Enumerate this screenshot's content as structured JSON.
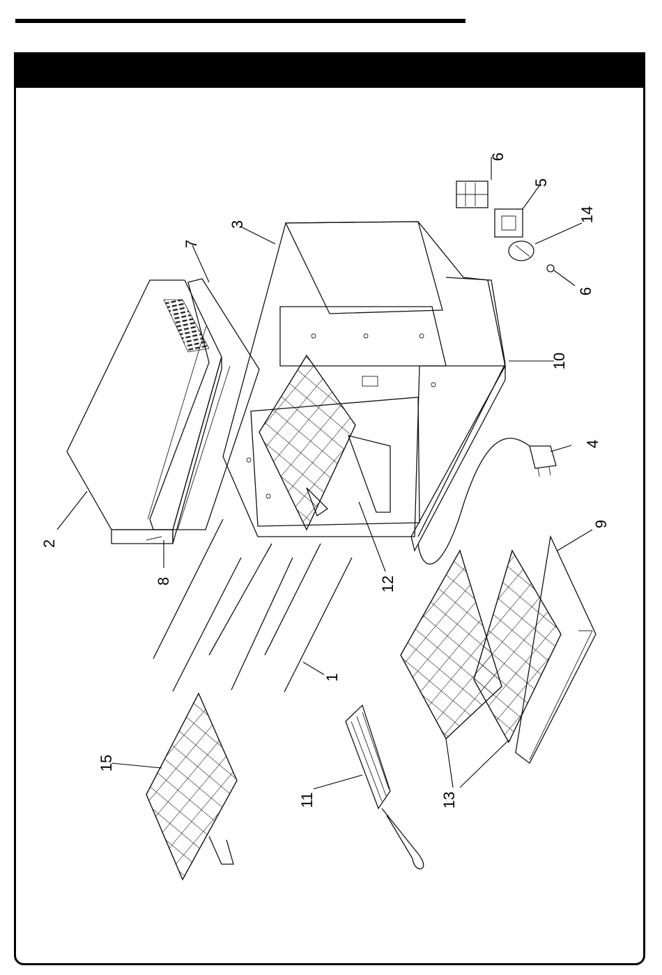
{
  "header": {
    "title": ""
  },
  "callouts": [
    {
      "id": "p1",
      "label": "1"
    },
    {
      "id": "p2",
      "label": "2"
    },
    {
      "id": "p3",
      "label": "3"
    },
    {
      "id": "p4",
      "label": "4"
    },
    {
      "id": "p5",
      "label": "5"
    },
    {
      "id": "p6a",
      "label": "6"
    },
    {
      "id": "p6b",
      "label": "6"
    },
    {
      "id": "p7",
      "label": "7"
    },
    {
      "id": "p8",
      "label": "8"
    },
    {
      "id": "p9",
      "label": "9"
    },
    {
      "id": "p10",
      "label": "10"
    },
    {
      "id": "p11",
      "label": "11"
    },
    {
      "id": "p12",
      "label": "12"
    },
    {
      "id": "p13",
      "label": "13"
    },
    {
      "id": "p14",
      "label": "14"
    },
    {
      "id": "p15",
      "label": "15"
    }
  ]
}
